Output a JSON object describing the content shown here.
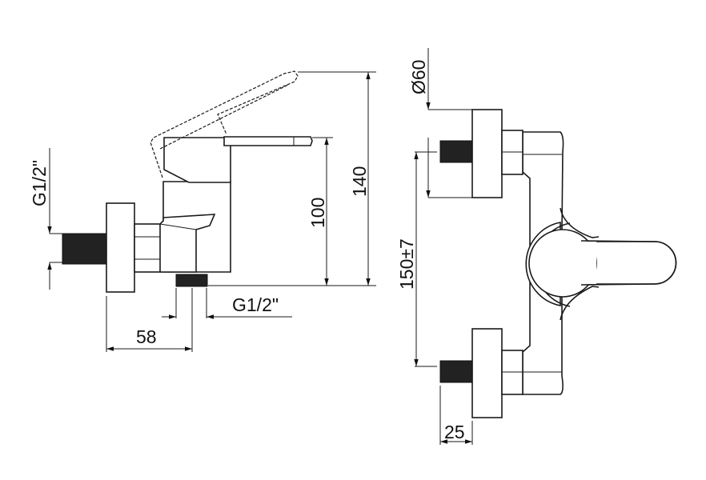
{
  "side_view": {
    "dim_inlet_thread": "G1/2\"",
    "dim_height_lever": "100",
    "dim_height_total": "140",
    "dim_outlet_thread": "G1/2\"",
    "dim_depth": "58"
  },
  "front_view": {
    "dim_rosette_diameter": "Ø60",
    "dim_centers": "150±7",
    "dim_thread_length": "25"
  },
  "colors": {
    "line": "#1a1a1a",
    "background": "#ffffff"
  }
}
